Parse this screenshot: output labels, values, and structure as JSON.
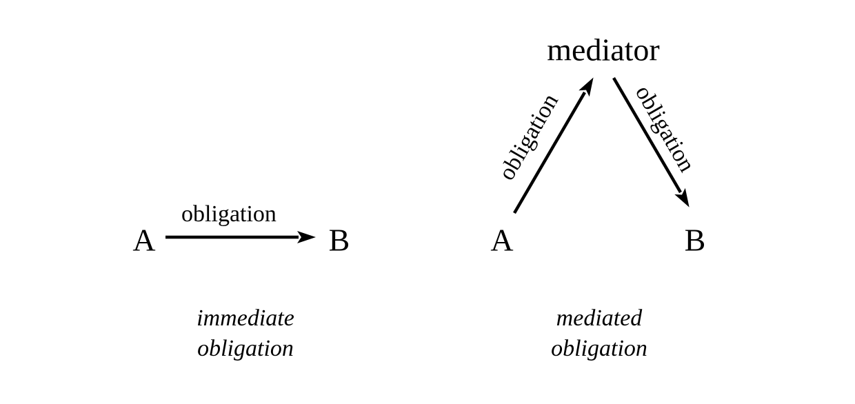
{
  "colors": {
    "ink": "#000000",
    "background": "#ffffff"
  },
  "left": {
    "node_a": "A",
    "node_b": "B",
    "arrow_label": "obligation",
    "caption_line1": "immediate",
    "caption_line2": "obligation"
  },
  "right": {
    "mediator_label": "mediator",
    "node_a": "A",
    "node_b": "B",
    "arrow_label_up": "obligation",
    "arrow_label_down": "obligation",
    "caption_line1": "mediated",
    "caption_line2": "obligation"
  }
}
